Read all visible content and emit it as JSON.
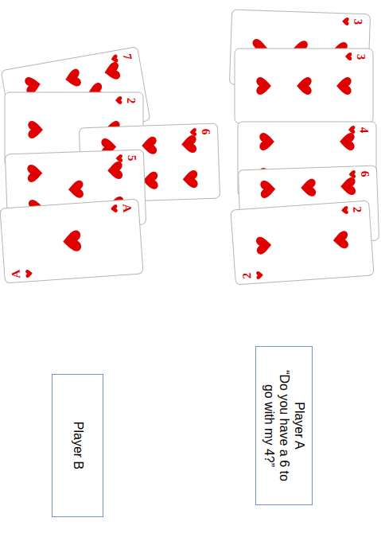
{
  "diagram": {
    "nodes": [
      {
        "text": [
          "Player A",
          "“Do you have a 6 to go with my 4?”"
        ]
      },
      {
        "text": [
          "Player B"
        ]
      }
    ],
    "labels": [
      "3",
      "3",
      "4",
      "6",
      "2",
      "2",
      "7",
      "2",
      "6",
      "5",
      "A",
      "A"
    ]
  }
}
